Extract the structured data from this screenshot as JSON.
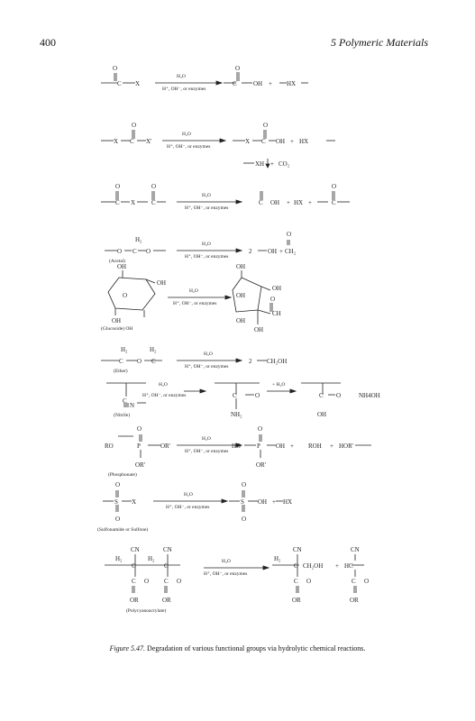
{
  "header": {
    "page_number": "400",
    "chapter_title": "5 Polymeric Materials"
  },
  "scheme": {
    "acetal_label": "(Acetal)",
    "glucoside_label": "(Glucoside) OH",
    "ether_label": "(Ether)",
    "nitrile_label": "(Nitrile)",
    "phosphate_label": "(Phosphonate)",
    "sulfonamide_label": "(Sulfonamide or Sulfone)",
    "cyanoacrylate_label": "(Polycyanoacrylate)",
    "hx": "HX",
    "nh4oh": "NH4OH",
    "roh": "ROH",
    "hor": "HOR'"
  },
  "caption": {
    "figure_label": "Figure 5.47.",
    "text": "Degradation of various functional groups via hydrolytic chemical reactions."
  }
}
